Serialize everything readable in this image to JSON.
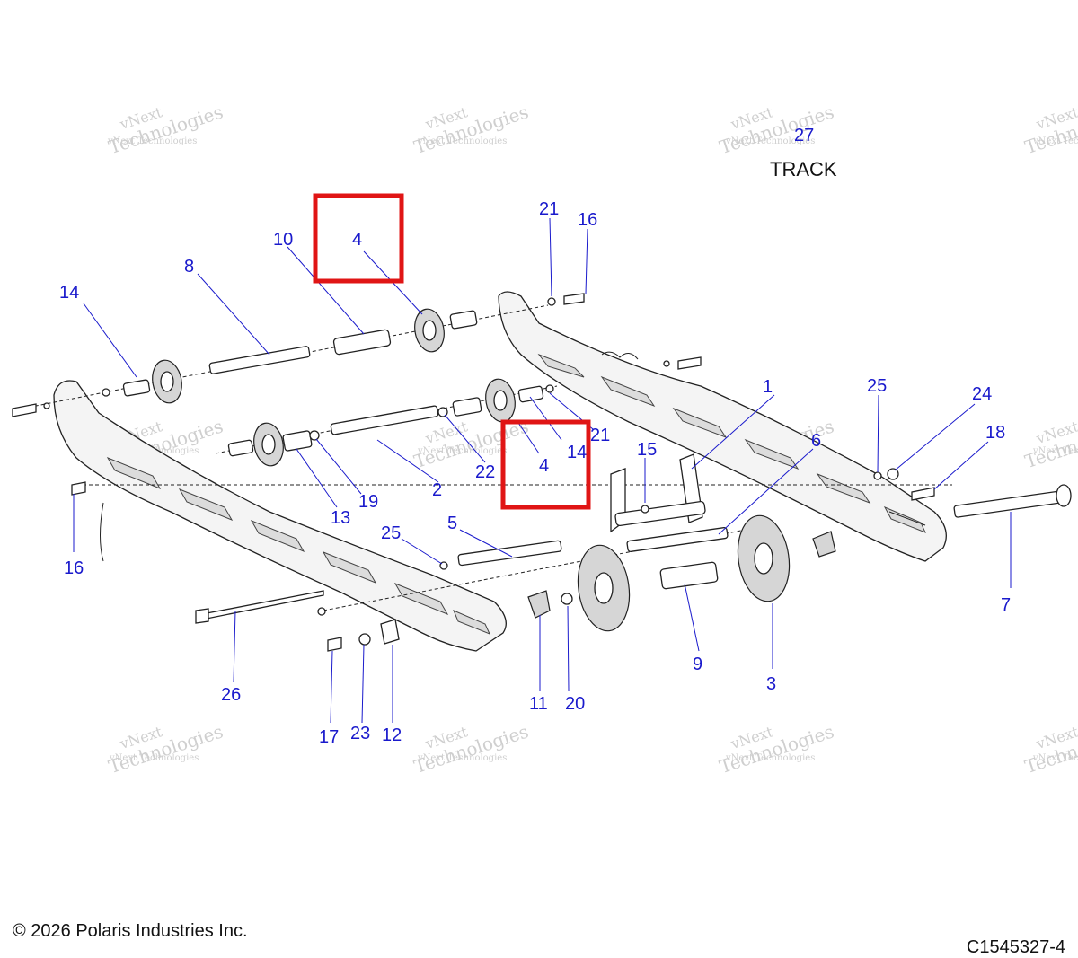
{
  "diagram": {
    "watermark_line1": "vNext Technologies",
    "watermark_line2": "Technologies",
    "watermark_brand": "vNext",
    "track_number": "27",
    "track_label": "TRACK",
    "callouts": {
      "c1": "1",
      "c2": "2",
      "c3": "3",
      "c4a": "4",
      "c4b": "4",
      "c5": "5",
      "c6": "6",
      "c7": "7",
      "c8": "8",
      "c9": "9",
      "c10": "10",
      "c11": "11",
      "c12": "12",
      "c13": "13",
      "c14a": "14",
      "c14b": "14",
      "c15": "15",
      "c16a": "16",
      "c16b": "16",
      "c17": "17",
      "c18": "18",
      "c19": "19",
      "c20": "20",
      "c21a": "21",
      "c21b": "21",
      "c22": "22",
      "c23": "23",
      "c24": "24",
      "c25a": "25",
      "c25b": "25",
      "c26": "26"
    },
    "highlight_color": "#e01515",
    "callout_color": "#1a1acc"
  },
  "footer": {
    "copyright": "© 2026 Polaris Industries Inc.",
    "figure_id": "C1545327-4"
  }
}
